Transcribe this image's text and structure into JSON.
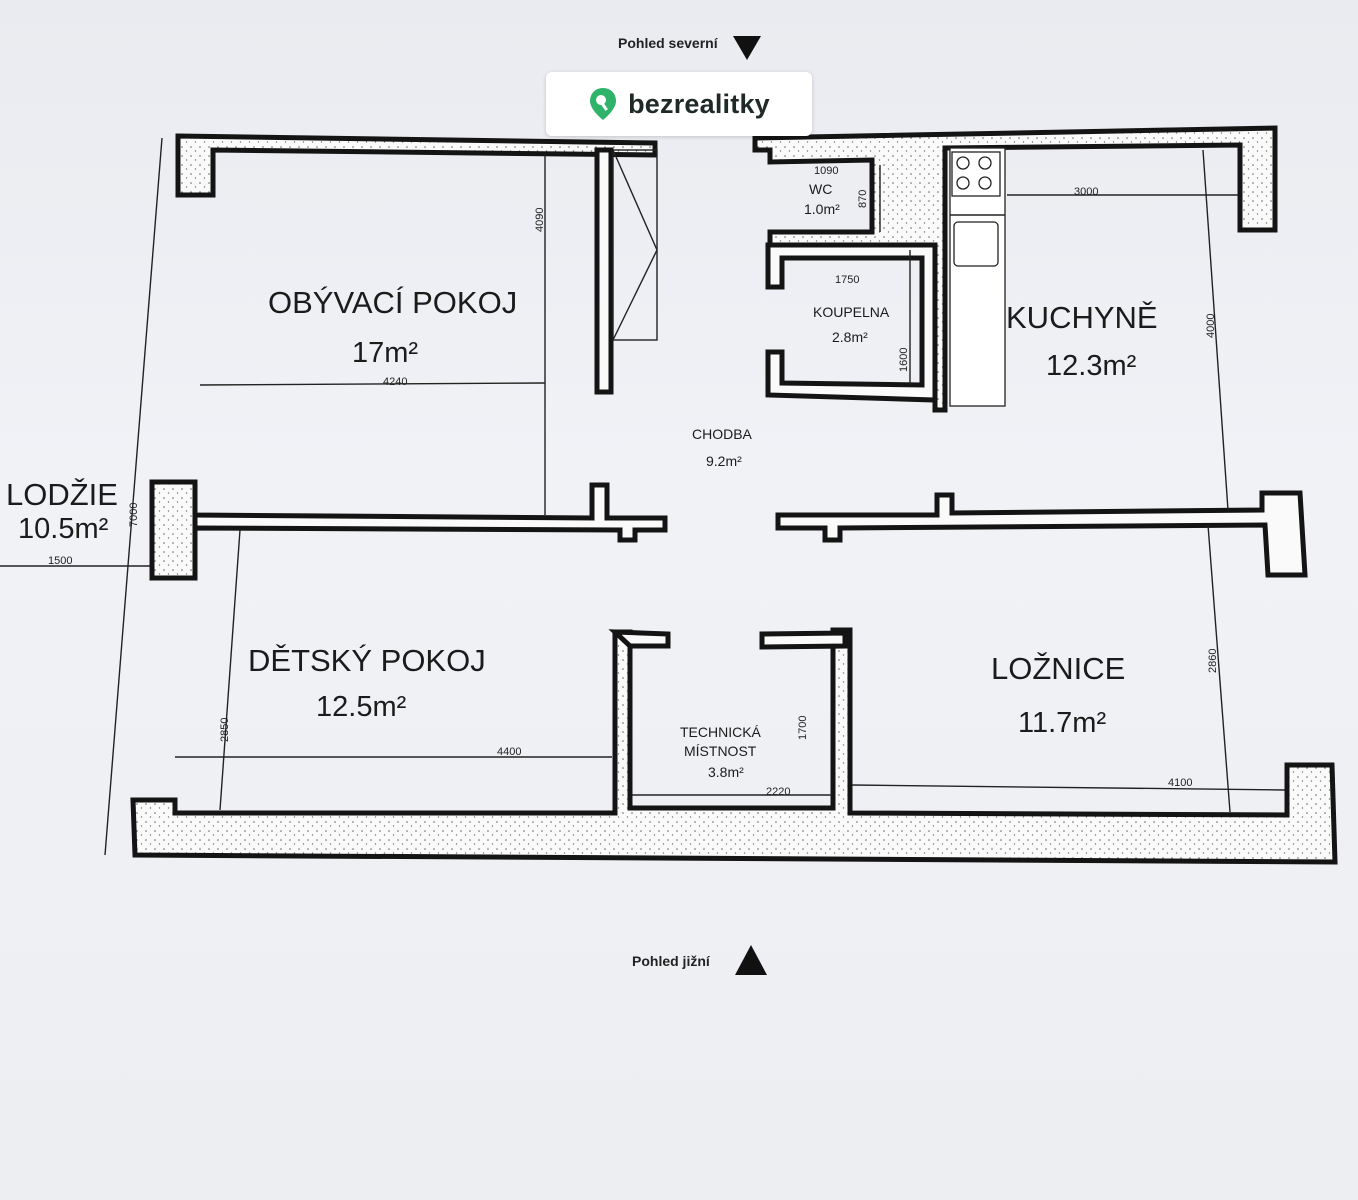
{
  "brand": {
    "name": "bezrealitky",
    "accent": "#2fb36b",
    "icon": "location-pin-icon"
  },
  "views": {
    "north": "Pohled severní",
    "south": "Pohled jižní"
  },
  "rooms": {
    "obyvaci": {
      "name": "OBÝVACÍ POKOJ",
      "area": "17m²"
    },
    "kuchyne": {
      "name": "KUCHYNĚ",
      "area": "12.3m²"
    },
    "chodba": {
      "name": "CHODBA",
      "area": "9.2m²"
    },
    "lodzie": {
      "name": "LODŽIE",
      "area": "10.5m²"
    },
    "detsky": {
      "name": "DĚTSKÝ POKOJ",
      "area": "12.5m²"
    },
    "loznice": {
      "name": "LOŽNICE",
      "area": "11.7m²"
    },
    "technicka": {
      "name_line1": "TECHNICKÁ",
      "name_line2": "MÍSTNOST",
      "area": "3.8m²"
    },
    "wc": {
      "name": "WC",
      "area": "1.0m²"
    },
    "koupelna": {
      "name": "KOUPELNA",
      "area": "2.8m²"
    }
  },
  "dimensions": {
    "obyvaci_width": "4240",
    "obyvaci_depth": "4090",
    "wc_width": "1090",
    "wc_depth": "870",
    "koupelna_width": "1750",
    "koupelna_depth": "1600",
    "kuchyne_width": "3000",
    "kuchyne_depth": "4000",
    "lodzie_length": "7000",
    "lodzie_width": "1500",
    "detsky_width": "4400",
    "detsky_depth": "2850",
    "technicka_width": "2220",
    "technicka_depth": "1700",
    "loznice_width": "4100",
    "loznice_depth": "2860"
  }
}
